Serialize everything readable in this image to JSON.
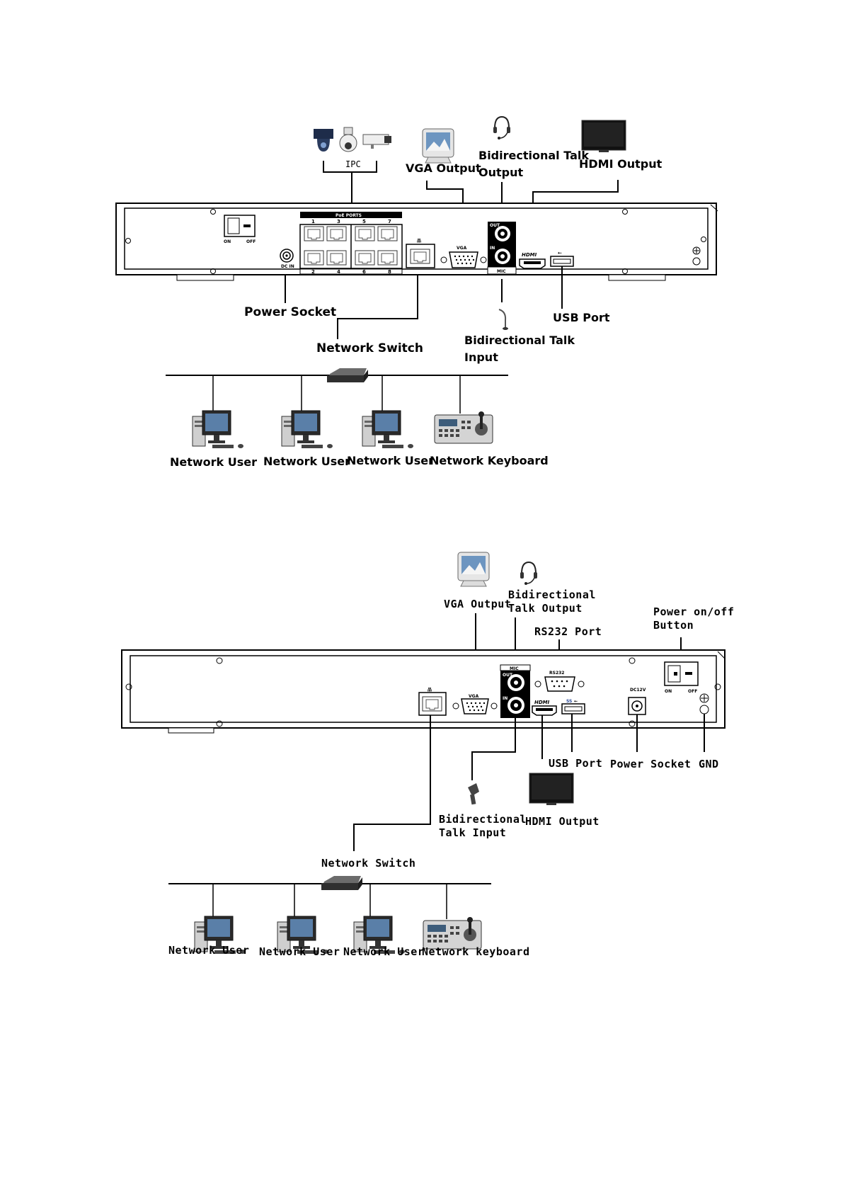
{
  "top": {
    "ipc": "IPC",
    "vga_output": "VGA Output",
    "talk_output_1": "Bidirectional Talk",
    "talk_output_2": "Output",
    "hdmi_output": "HDMI Output",
    "power_socket": "Power Socket",
    "network_switch": "Network Switch",
    "talk_input_1": "Bidirectional Talk",
    "talk_input_2": "Input",
    "usb_port": "USB Port",
    "users": [
      "Network User",
      "Network User",
      "Network User"
    ],
    "keyboard": "Network Keyboard",
    "panel": {
      "poe_ports": "PoE PORTS",
      "port_top": [
        "1",
        "3",
        "5",
        "7"
      ],
      "port_bottom": [
        "2",
        "4",
        "6",
        "8"
      ],
      "on": "ON",
      "off": "OFF",
      "dc_in": "DC IN",
      "vga": "VGA",
      "out": "OUT",
      "in": "IN",
      "mic": "MIC",
      "hdmi": "HDMI"
    }
  },
  "bottom": {
    "vga_output": "VGA Output",
    "talk_output_1": "Bidirectional",
    "talk_output_2": "Talk Output",
    "rs232_port": "RS232 Port",
    "power_button_1": "Power on/off",
    "power_button_2": "Button",
    "usb_port": "USB Port",
    "power_socket": "Power Socket",
    "gnd": "GND",
    "talk_input_1": "Bidirectional",
    "talk_input_2": "Talk Input",
    "hdmi_output": "HDMI Output",
    "network_switch": "Network Switch",
    "users": [
      "Network User",
      "Network User",
      "Network User"
    ],
    "keyboard": "Network keyboard",
    "panel": {
      "mic": "MIC",
      "out": "OUT",
      "in": "IN",
      "rs232": "RS232",
      "vga": "VGA",
      "hdmi": "HDMI",
      "ss": "SS",
      "dc12v": "DC12V",
      "on": "ON",
      "off": "OFF"
    }
  },
  "colors": {
    "line": "#000000",
    "panel": "#ffffff",
    "jack": "#111111",
    "screen": "#5a7fa8"
  }
}
